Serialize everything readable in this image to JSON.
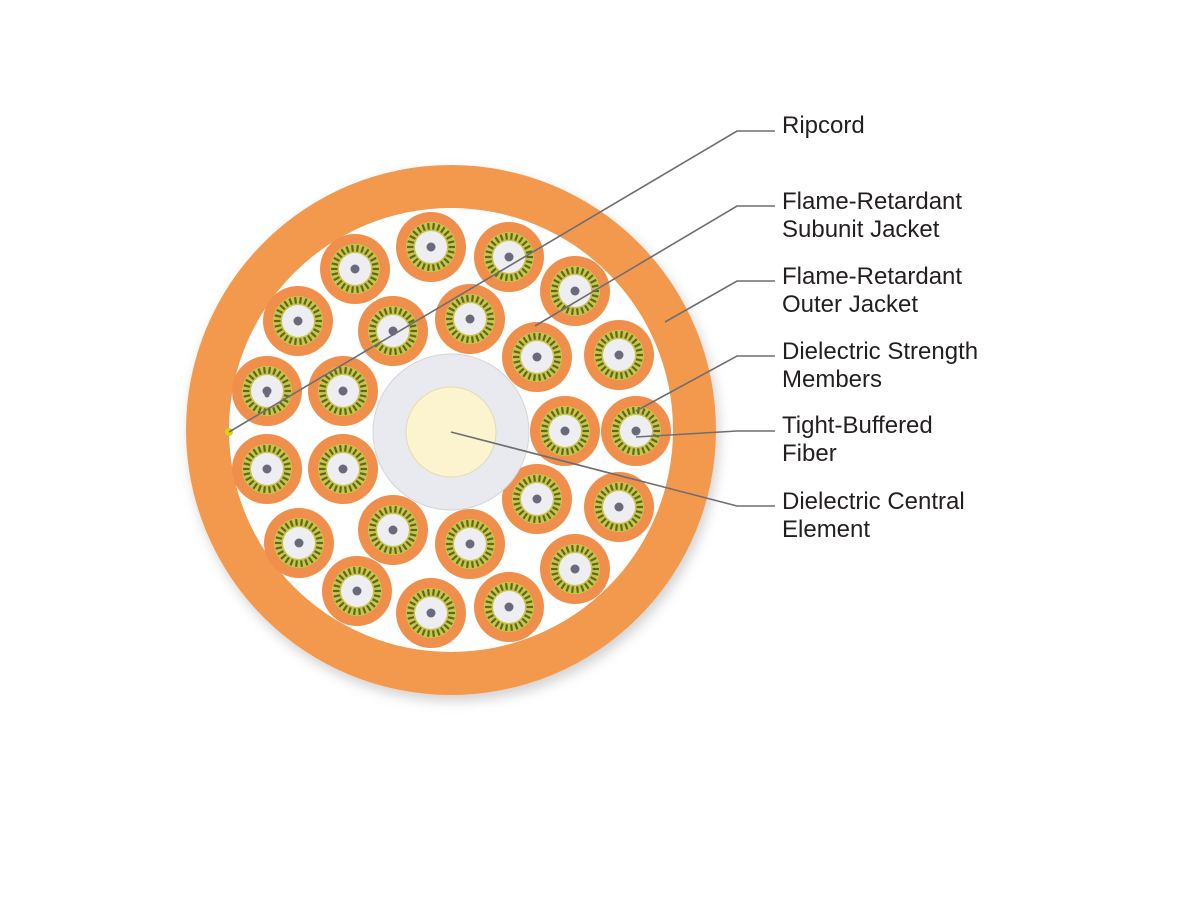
{
  "colors": {
    "outer_jacket": "#f3994e",
    "subunit_jacket": "#f08f4c",
    "strength_members_dark": "#5b6a1f",
    "strength_members_light": "#c9c44a",
    "tight_buffer": "#eeeef2",
    "fiber_core": "#6a6a7a",
    "central_element_ring": "#e9e9f0",
    "central_element_core": "#fbf4cf",
    "ripcord": "#d8d21e",
    "leader_line": "#6d6e71",
    "label_text": "#231f20"
  },
  "diagram": {
    "subunit_count": 24,
    "callouts": [
      {
        "id": "ripcord",
        "lines": [
          "Ripcord"
        ]
      },
      {
        "id": "subunit-jacket",
        "lines": [
          "Flame-Retardant",
          "Subunit Jacket"
        ]
      },
      {
        "id": "outer-jacket",
        "lines": [
          "Flame-Retardant",
          "Outer Jacket"
        ]
      },
      {
        "id": "strength-members",
        "lines": [
          "Dielectric Strength",
          "Members"
        ]
      },
      {
        "id": "tight-buffered-fiber",
        "lines": [
          "Tight-Buffered",
          "Fiber"
        ]
      },
      {
        "id": "central-element",
        "lines": [
          "Dielectric Central",
          "Element"
        ]
      }
    ]
  }
}
